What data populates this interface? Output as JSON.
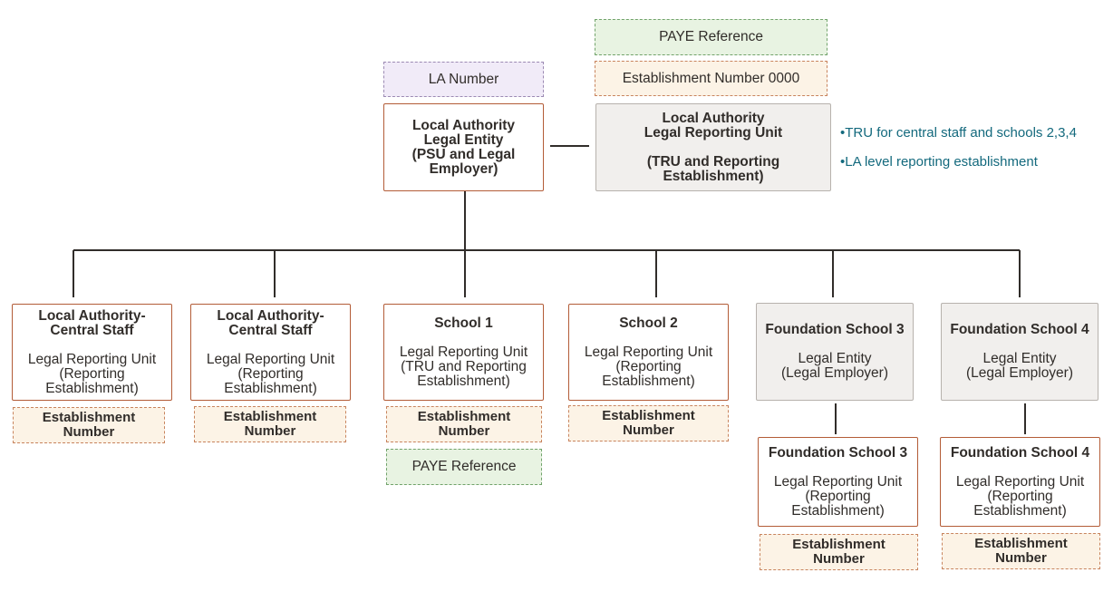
{
  "top": {
    "paye_reference": "PAYE Reference",
    "establishment_number_0000": "Establishment Number 0000",
    "la_number": "LA Number",
    "la_legal_entity": "Local Authority\nLegal Entity\n(PSU and Legal\nEmployer)",
    "la_lru_title": "Local Authority\nLegal Reporting Unit",
    "la_lru_sub": "(TRU and Reporting\nEstablishment)"
  },
  "notes": [
    "•TRU for central staff and schools 2,3,4",
    "•LA level reporting establishment"
  ],
  "units": {
    "central1": {
      "title": "Local Authority-\nCentral Staff",
      "sub": "Legal Reporting Unit\n(Reporting\nEstablishment)",
      "est": "Establishment\nNumber"
    },
    "central2": {
      "title": "Local Authority-\nCentral Staff",
      "sub": "Legal Reporting Unit\n(Reporting\nEstablishment)",
      "est": "Establishment\nNumber"
    },
    "school1": {
      "title": "School 1",
      "sub": "Legal Reporting Unit\n(TRU and Reporting\nEstablishment)",
      "est": "Establishment\nNumber",
      "paye": "PAYE Reference"
    },
    "school2": {
      "title": "School 2",
      "sub": "Legal Reporting Unit\n(Reporting\nEstablishment)",
      "est": "Establishment\nNumber"
    },
    "foundation3": {
      "le_title": "Foundation School 3",
      "le_sub": "Legal Entity\n(Legal Employer)",
      "lru_title": "Foundation School 3",
      "lru_sub": "Legal Reporting Unit\n(Reporting\nEstablishment)",
      "est": "Establishment\nNumber"
    },
    "foundation4": {
      "le_title": "Foundation School 4",
      "le_sub": "Legal Entity\n(Legal Employer)",
      "lru_title": "Foundation School 4",
      "lru_sub": "Legal Reporting Unit\n(Reporting\nEstablishment)",
      "est": "Establishment\nNumber"
    }
  },
  "colors": {
    "solid_border": "#b35c37",
    "note_text": "#13697d",
    "connector": "#312d2a"
  }
}
